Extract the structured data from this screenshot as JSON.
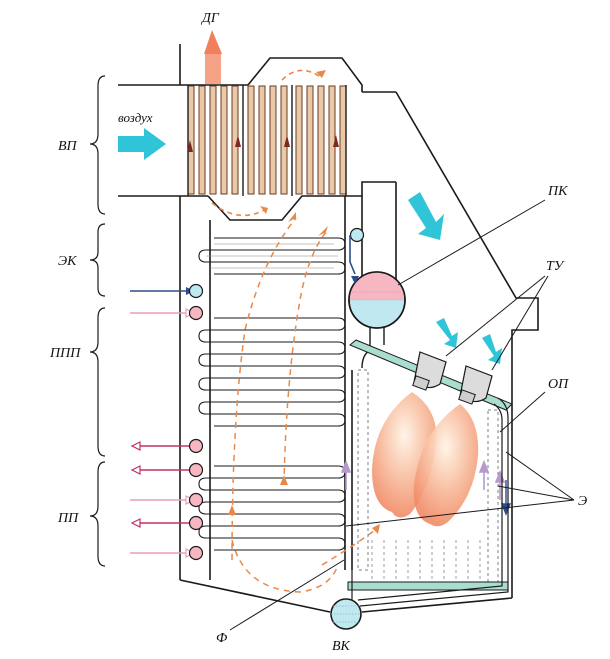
{
  "labels": {
    "flue_gas": "ДГ",
    "air": "воздух",
    "air_preheater": "ВП",
    "economizer": "ЭК",
    "intermediate_superheater": "ППП",
    "superheater": "ПП",
    "drum": "ПК",
    "burners": "ТУ",
    "support_frame": "ОП",
    "screens": "Э",
    "festoon": "Ф",
    "lower_collector": "ВК"
  },
  "colors": {
    "outline": "#1a1a1a",
    "tube_fill": "#e9c9a8",
    "tube_stroke": "#6b3a22",
    "hot_arrow": "#f0805c",
    "cyan_arrow": "#2fc4d8",
    "water": "#bfe8f0",
    "steam": "#f6b6c2",
    "flow_dash": "#e8894a",
    "screen_tube": "#9aa0a6",
    "beam": "#a8ddd0",
    "feed_line": "#2c4d8c",
    "steam_line": "#c0306a",
    "steam_line_light": "#e89cc0",
    "flame": "#f7a27a"
  }
}
